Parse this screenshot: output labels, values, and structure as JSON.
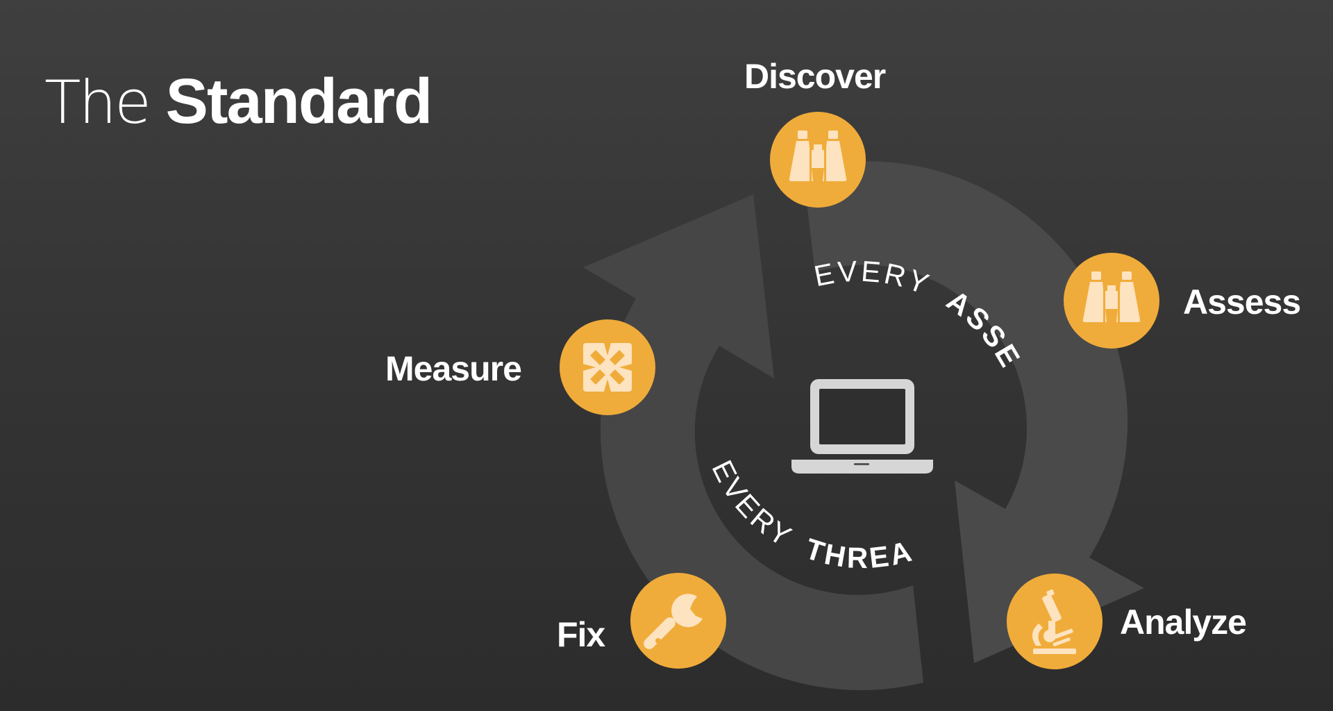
{
  "title": {
    "light": "The",
    "bold": "Standard"
  },
  "center": {
    "arc_top_light": "EVERY",
    "arc_top_bold": "ASSET",
    "arc_bottom_light": "EVERY",
    "arc_bottom_bold": "THREAT",
    "icon": "laptop-icon"
  },
  "steps": [
    {
      "label": "Discover",
      "icon": "binoculars-icon"
    },
    {
      "label": "Assess",
      "icon": "binoculars-icon"
    },
    {
      "label": "Analyze",
      "icon": "microscope-icon"
    },
    {
      "label": "Fix",
      "icon": "wrench-icon"
    },
    {
      "label": "Measure",
      "icon": "expand-arrows-icon"
    }
  ],
  "colors": {
    "accent": "#f0ac3a",
    "icon_fill": "#fde3bf",
    "ring": "#4a4a4a",
    "background": "#353535",
    "text": "#ffffff"
  }
}
